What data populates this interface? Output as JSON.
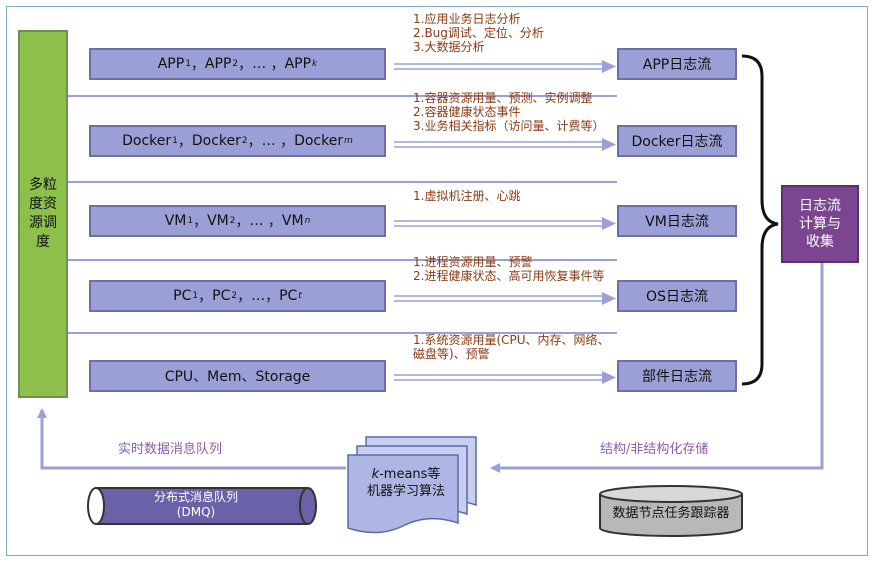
{
  "scheduler": {
    "label": "多粒度资源调度"
  },
  "sources": [
    {
      "base": "APP",
      "s1": "1",
      "s2": "2",
      "sn": "k",
      "sep": "，",
      "ellipsis": "…"
    },
    {
      "base": "Docker",
      "s1": "1",
      "s2": "2",
      "sn": "m",
      "sep": "，",
      "ellipsis": "…"
    },
    {
      "base": "VM",
      "s1": "1",
      "s2": "2",
      "sn": "n",
      "sep": "，",
      "ellipsis": "…"
    },
    {
      "base": "PC",
      "s1": "1",
      "s2": "2",
      "sn": "t",
      "sep": "，",
      "ellipsis": "…"
    },
    {
      "text": "CPU、Mem、Storage"
    }
  ],
  "streams": [
    "APP日志流",
    "Docker日志流",
    "VM日志流",
    "OS日志流",
    "部件日志流"
  ],
  "notes": [
    [
      "1.应用业务日志分析",
      "2.Bug调试、定位、分析",
      "3.大数据分析"
    ],
    [
      "1.容器资源用量、预测、实例调整",
      "2.容器健康状态事件",
      "3.业务相关指标（访问量、计费等）"
    ],
    [
      "1.虚拟机注册、心跳"
    ],
    [
      "1.进程资源用量、预警",
      "2.进程健康状态、高可用恢复事件等"
    ],
    [
      "1.系统资源用量(CPU、内存、网络、",
      "磁盘等)、预警"
    ]
  ],
  "aggregator": {
    "label": "日志流计算与收集"
  },
  "bottom": {
    "queue_label": "实时数据消息队列",
    "storage_label": "结构/非结构化存储",
    "dmq": {
      "line1": "分布式消息队列",
      "line2": "(DMQ)"
    },
    "ml": {
      "line1_italic": "k",
      "line1_rest": "-means等",
      "line2": "机器学习算法"
    },
    "db": {
      "label": "数据节点任务跟踪器"
    }
  },
  "colors": {
    "scheduler": "#8cc04a",
    "box_fill": "#9aa0d6",
    "aggregator": "#7b4592",
    "dmq": "#6a62a8",
    "note_text": "#8a3a14",
    "label_text": "#8a60a6",
    "connector": "#9aa0d6"
  }
}
